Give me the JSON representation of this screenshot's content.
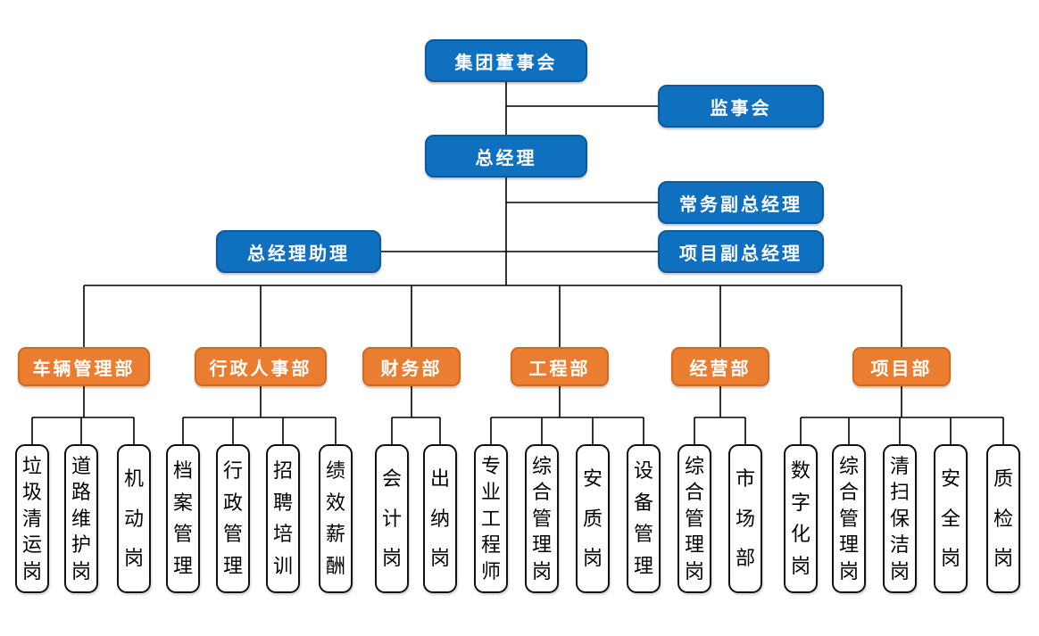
{
  "colors": {
    "box_blue": "#1070C0",
    "box_blue_border": "#0B5A9D",
    "box_orange": "#EB7D31",
    "box_orange_border": "#D2691E",
    "leaf_border": "#111111",
    "connector_line": "#000000",
    "text_on_fill": "#FFFFFF",
    "leaf_text": "#000000"
  },
  "nodes": {
    "board": {
      "label": "集团董事会"
    },
    "supervisory": {
      "label": "监事会"
    },
    "gm": {
      "label": "总经理"
    },
    "exec_deputy_gm": {
      "label": "常务副总经理"
    },
    "gm_assistant": {
      "label": "总经理助理"
    },
    "project_deputy_gm": {
      "label": "项目副总经理"
    }
  },
  "departments": [
    {
      "id": "vehicle-management",
      "label": "车辆管理部",
      "children": [
        "垃圾清运岗",
        "道路维护岗",
        "机动岗"
      ]
    },
    {
      "id": "admin-hr",
      "label": "行政人事部",
      "children": [
        "档案管理",
        "行政管理",
        "招聘培训",
        "绩效薪酬"
      ]
    },
    {
      "id": "finance",
      "label": "财务部",
      "children": [
        "会计岗",
        "出纳岗"
      ]
    },
    {
      "id": "engineering",
      "label": "工程部",
      "children": [
        "专业工程师",
        "综合管理岗",
        "安质岗",
        "设备管理"
      ]
    },
    {
      "id": "business",
      "label": "经营部",
      "children": [
        "综合管理岗",
        "市场部"
      ]
    },
    {
      "id": "project",
      "label": "项目部",
      "children": [
        "数字化岗",
        "综合管理岗",
        "清扫保洁岗",
        "安全岗",
        "质检岗"
      ]
    }
  ]
}
